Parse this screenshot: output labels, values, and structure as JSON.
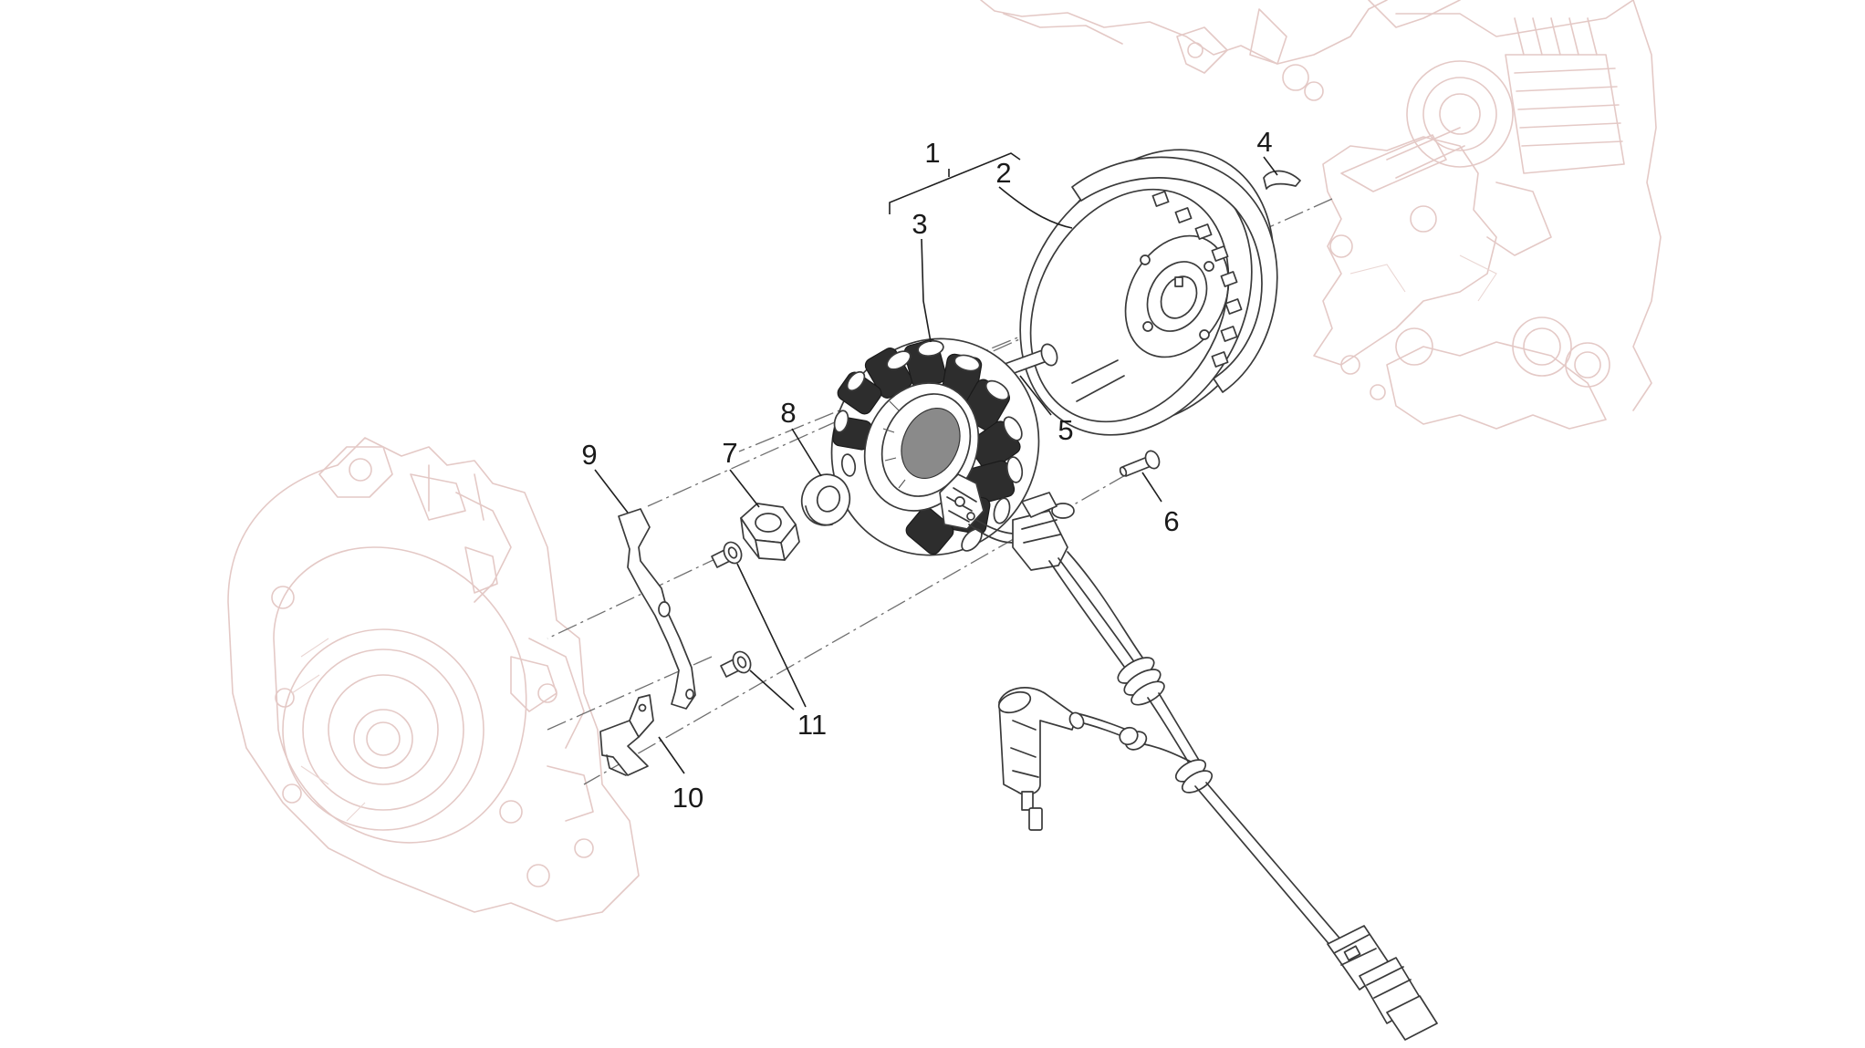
{
  "diagram": {
    "callouts": [
      {
        "id": "1",
        "label": "1"
      },
      {
        "id": "2",
        "label": "2"
      },
      {
        "id": "3",
        "label": "3"
      },
      {
        "id": "4",
        "label": "4"
      },
      {
        "id": "5",
        "label": "5"
      },
      {
        "id": "6",
        "label": "6"
      },
      {
        "id": "7",
        "label": "7"
      },
      {
        "id": "8",
        "label": "8"
      },
      {
        "id": "9",
        "label": "9"
      },
      {
        "id": "10",
        "label": "10"
      },
      {
        "id": "11",
        "label": "11"
      }
    ],
    "colors": {
      "background": "#ffffff",
      "part_line": "#3a3a3a",
      "ghost_line": "#e4c9c6",
      "coil_fill": "#2d2d2d"
    }
  }
}
